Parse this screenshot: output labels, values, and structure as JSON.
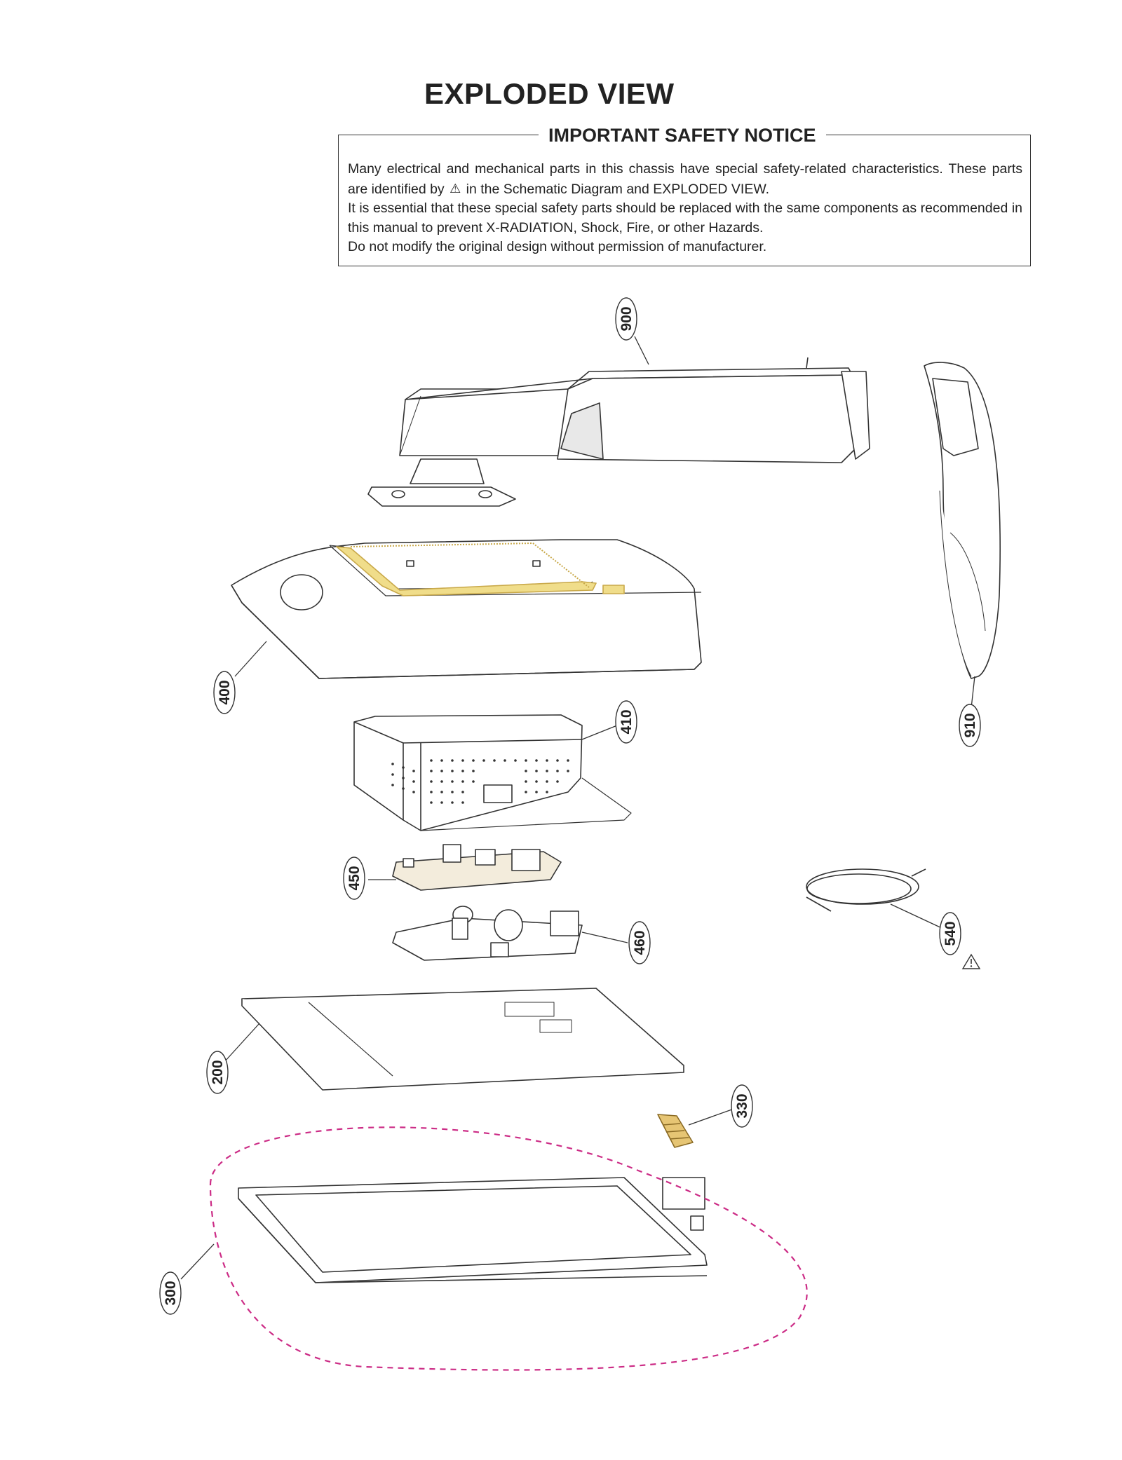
{
  "title": "EXPLODED VIEW",
  "notice": {
    "heading": "IMPORTANT SAFETY NOTICE",
    "line1_a": "Many electrical and mechanical parts in this chassis have special safety-related characteristics. These parts are identified by",
    "line1_b": "in the Schematic Diagram and EXPLODED VIEW.",
    "line2": "It is essential that these special safety parts should be replaced with the same components as recommended in this manual to prevent X-RADIATION, Shock, Fire, or other Hazards.",
    "line3": "Do not modify the original design without permission of manufacturer."
  },
  "callouts": {
    "c900": "900",
    "c910": "910",
    "c400": "400",
    "c410": "410",
    "c450": "450",
    "c460": "460",
    "c540": "540",
    "c200": "200",
    "c330": "330",
    "c300": "300"
  },
  "colors": {
    "highlight": "#f0dd8a",
    "dashed_outline": "#cc2c86",
    "line": "#333333"
  },
  "icons": {
    "warning": "warning-triangle-icon"
  }
}
